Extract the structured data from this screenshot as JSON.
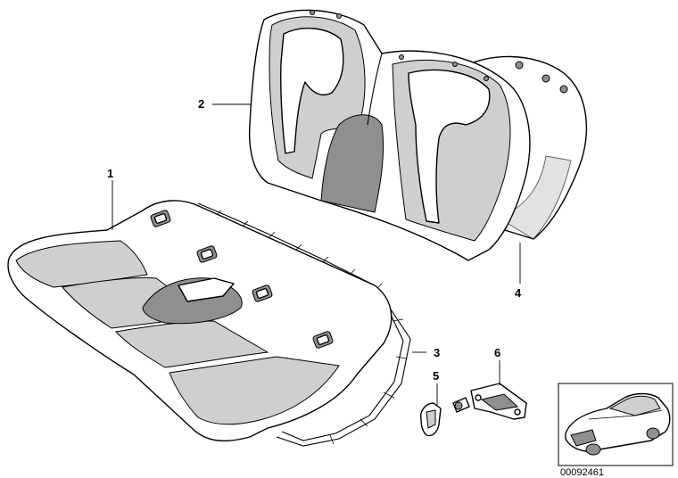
{
  "callouts": [
    {
      "id": "1",
      "label": "1"
    },
    {
      "id": "2",
      "label": "2"
    },
    {
      "id": "3",
      "label": "3"
    },
    {
      "id": "4",
      "label": "4"
    },
    {
      "id": "5",
      "label": "5"
    },
    {
      "id": "6",
      "label": "6"
    }
  ],
  "reference_number": "00092461"
}
